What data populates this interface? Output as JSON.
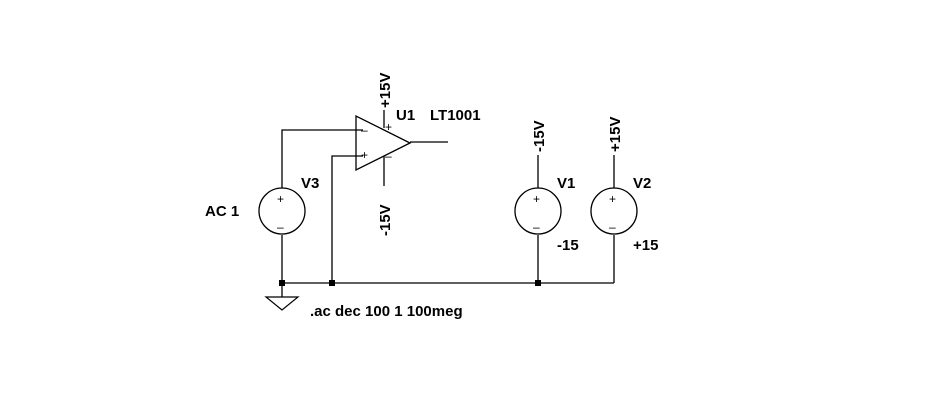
{
  "opamp": {
    "ref": "U1",
    "model": "LT1001",
    "vplus_label": "+15V",
    "vminus_label": "-15V",
    "in_minus_sign": "–",
    "in_plus_sign": "+",
    "supply_plus_sign": "+",
    "supply_minus_sign": "–"
  },
  "sources": {
    "v3": {
      "ref": "V3",
      "value": "AC 1"
    },
    "v1": {
      "ref": "V1",
      "value": "-15",
      "net_label": "-15V"
    },
    "v2": {
      "ref": "V2",
      "value": "+15",
      "net_label": "+15V"
    },
    "plus_sign": "+",
    "minus_sign": "–"
  },
  "directive": ".ac dec 100 1 100meg",
  "colors": {
    "ink": "#000000",
    "background": "#ffffff"
  }
}
